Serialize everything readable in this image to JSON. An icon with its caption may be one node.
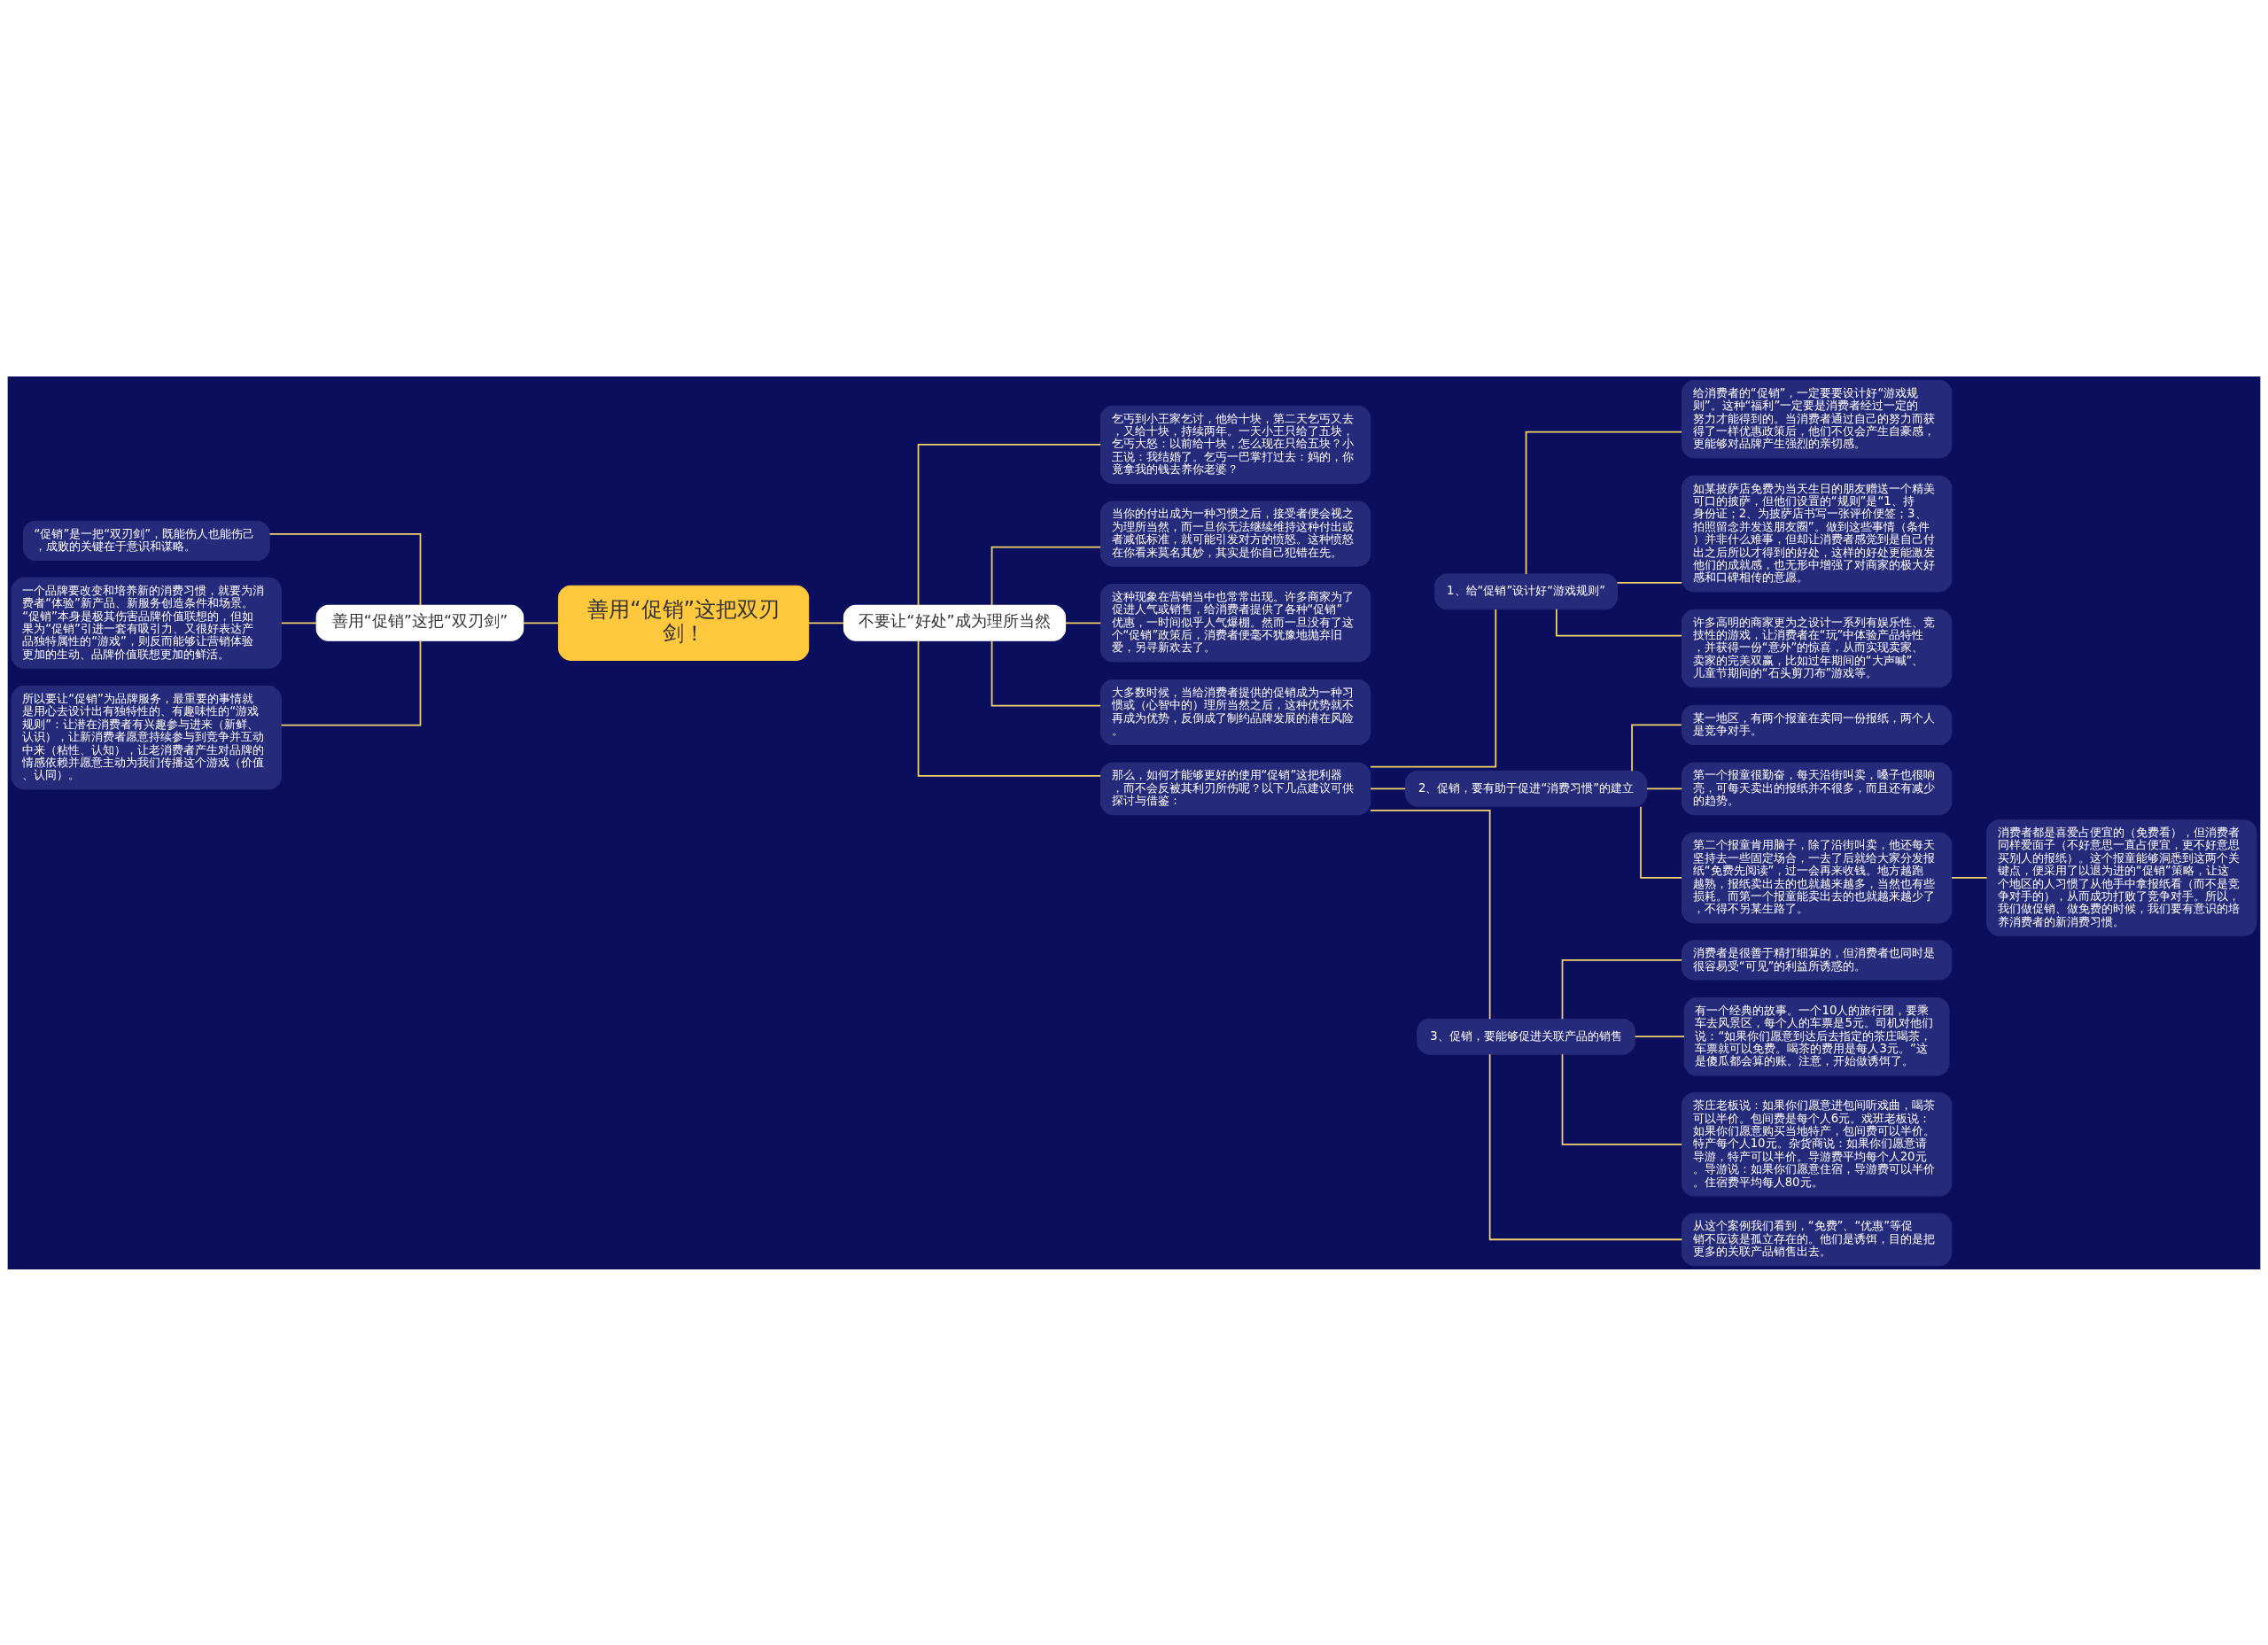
{
  "diagram": {
    "nodes": [
      {
        "text": [
          "善用“促销”这把双刃剑！"
        ]
      },
      {
        "text": [
          "善用“促销”这把“双刃剑”"
        ]
      },
      {
        "text": [
          "“促销”是一把“双刃剑”，既能伤人也能伤己，成败的关键在于意识和谋略。"
        ]
      },
      {
        "text": [
          "一个品牌要改变和培养新的消费习惯，就要为消费者“体验”新产品、新服务创造条件和场景。“促销”本身是极其伤害品牌价值联想的，但如果为“促销”引进一套有吸引力、又很好表达产品独特属性的“游戏”，则反而能够让营销体验更加的生动、品牌价值联想更加的鲜活。"
        ]
      },
      {
        "text": [
          "所以要让“促销”为品牌服务，最重要的事情就是用心去设计出有独特性的、有趣味性的“游戏规则”：让潜在消费者有兴趣参与进来（新鲜、认识），让新消费者愿意持续参与到竞争并互动中来（粘性、认知），让老消费者产生对品牌的情感依赖并愿意主动为我们传播这个游戏（价值、认同）。"
        ]
      },
      {
        "text": [
          "不要让“好处”成为理所当然"
        ]
      },
      {
        "text": [
          "乞丐到小王家乞讨，他给十块，第二天乞丐又去，又给十块，持续两年。一天小王只给了五块，乞丐大怒：以前给十块，怎么现在只给五块？小王说：我结婚了。乞丐一巴掌打过去：妈的，你竟拿我的钱去养你老婆？"
        ]
      },
      {
        "text": [
          "当你的付出成为一种习惯之后，接受者便会视之为理所当然，而一旦你无法继续维持这种付出或者减低标准，就可能引发对方的愤怒。这种愤怒在你看来莫名其妙，其实是你自己犯错在先。"
        ]
      },
      {
        "text": [
          "这种现象在营销当中也常常出现。许多商家为了促进人气或销售，给消费者提供了各种“促销”优惠，一时间似乎人气爆棚。然而一旦没有了这个“促销”政策后，消费者便毫不犹豫地抛弃旧爱，另寻新欢去了。"
        ]
      },
      {
        "text": [
          "大多数时候，当给消费者提供的促销成为一种习惯或（心智中的）理所当然之后，这种优势就不再成为优势，反倒成了制约品牌发展的潜在风险。"
        ]
      },
      {
        "text": [
          "那么，如何才能够更好的使用“促销”这把利器，而不会反被其利刃所伤呢？以下几点建议可供探讨与借鉴："
        ]
      },
      {
        "text": [
          "1、给“促销”设计好“游戏规则”"
        ]
      },
      {
        "text": [
          "给消费者的“促销”，一定要要设计好“游戏规则”。这种“福利”一定要是消费者经过一定的努力才能得到的。当消费者通过自己的努力而获得了一样优惠政策后，他们不仅会产生自豪感，更能够对品牌产生强烈的亲切感。"
        ]
      },
      {
        "text": [
          "如某披萨店免费为当天生日的朋友赠送一个精美可口的披萨，但他们设置的“规则”是“1、持身份证；2、为披萨店书写一张评价便签；3、拍照留念并发送朋友圈”。做到这些事情（条件）并非什么难事，但却让消费者感觉到是自己付出之后所以才得到的好处，这样的好处更能激发他们的成就感，也无形中增强了对商家的极大好感和口碑相传的意愿。"
        ]
      },
      {
        "text": [
          "许多高明的商家更为之设计一系列有娱乐性、竞技性的游戏，让消费者在“玩”中体验产品特性，并获得一份“意外”的惊喜，从而实现卖家、卖家的完美双赢，比如过年期间的“大声喊”、儿童节期间的“石头剪刀布”游戏等。"
        ]
      },
      {
        "text": [
          "2、促销，要有助于促进“消费习惯”的建立"
        ]
      },
      {
        "text": [
          "某一地区，有两个报童在卖同一份报纸，两个人是竞争对手。"
        ]
      },
      {
        "text": [
          "第一个报童很勤奋，每天沿街叫卖，嗓子也很响亮，可每天卖出的报纸并不很多，而且还有减少的趋势。"
        ]
      },
      {
        "text": [
          "第二个报童肯用脑子，除了沿街叫卖，他还每天坚持去一些固定场合，一去了后就给大家分发报纸“免费先阅读”，过一会再来收钱。地方越跑越熟，报纸卖出去的也就越来越多，当然也有些损耗。而第一个报童能卖出去的也就越来越少了，不得不另某生路了。"
        ]
      },
      {
        "text": [
          "消费者都是喜爱占便宜的（免费看），但消费者同样爱面子（不好意思一直占便宜，更不好意思买别人的报纸）。这个报童能够洞悉到这两个关键点，便采用了以退为进的“促销”策略，让这个地区的人习惯了从他手中拿报纸看（而不是竞争对手的），从而成功打败了竞争对手。所以，我们做促销、做免费的时候，我们要有意识的培养消费者的新消费习惯。"
        ]
      },
      {
        "text": [
          "3、促销，要能够促进关联产品的销售"
        ]
      },
      {
        "text": [
          "消费者是很善于精打细算的，但消费者也同时是很容易受“可见”的利益所诱惑的。"
        ]
      },
      {
        "text": [
          "有一个经典的故事。一个10人的旅行团，要乘车去风景区，每个人的车票是5元。司机对他们说：“如果你们愿意到达后去指定的茶庄喝茶，车票就可以免费。喝茶的费用是每人3元。”这是傻瓜都会算的账。注意，开始做诱饵了。"
        ]
      },
      {
        "text": [
          "茶庄老板说：如果你们愿意进包间听戏曲，喝茶可以半价。包间费是每个人6元。戏班老板说：如果你们愿意购买当地特产，包间费可以半价。特产每个人10元。杂货商说：如果你们愿意请导游，特产可以半价。导游费平均每个人20元。导游说：如果你们愿意住宿，导游费可以半价。住宿费平均每人80元。"
        ]
      },
      {
        "text": [
          "从这个案例我们看到，“免费”、“优惠”等促销不应该是孤立存在的。他们是诱饵，目的是把更多的关联产品销售出去。"
        ]
      }
    ],
    "edges": [
      {
        "from": 0,
        "to": 1,
        "arrow": "none"
      },
      {
        "from": 1,
        "to": 2,
        "arrow": "none"
      },
      {
        "from": 1,
        "to": 3,
        "arrow": "none"
      },
      {
        "from": 1,
        "to": 4,
        "arrow": "none"
      },
      {
        "from": 0,
        "to": 5,
        "arrow": "none"
      },
      {
        "from": 5,
        "to": 6,
        "arrow": "none"
      },
      {
        "from": 5,
        "to": 7,
        "arrow": "none"
      },
      {
        "from": 5,
        "to": 8,
        "arrow": "none"
      },
      {
        "from": 5,
        "to": 9,
        "arrow": "none"
      },
      {
        "from": 5,
        "to": 10,
        "arrow": "none"
      },
      {
        "from": 10,
        "to": 11,
        "arrow": "none"
      },
      {
        "from": 11,
        "to": 12,
        "arrow": "none"
      },
      {
        "from": 11,
        "to": 13,
        "arrow": "none"
      },
      {
        "from": 11,
        "to": 14,
        "arrow": "none"
      },
      {
        "from": 10,
        "to": 15,
        "arrow": "none"
      },
      {
        "from": 15,
        "to": 16,
        "arrow": "none"
      },
      {
        "from": 15,
        "to": 17,
        "arrow": "none"
      },
      {
        "from": 15,
        "to": 18,
        "arrow": "none"
      },
      {
        "from": 18,
        "to": 19,
        "arrow": "none"
      },
      {
        "from": 10,
        "to": 20,
        "arrow": "none"
      },
      {
        "from": 20,
        "to": 21,
        "arrow": "none"
      },
      {
        "from": 20,
        "to": 22,
        "arrow": "none"
      },
      {
        "from": 20,
        "to": 23,
        "arrow": "none"
      },
      {
        "from": 20,
        "to": 24,
        "arrow": "none"
      }
    ]
  }
}
